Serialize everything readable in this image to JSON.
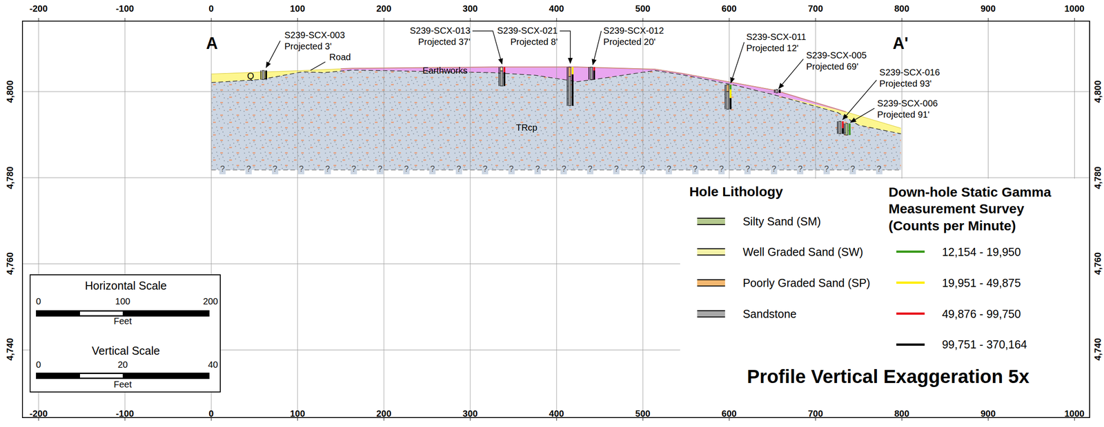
{
  "diagram": {
    "nodes": [
      {
        "text": [
          "Horizontal Scale",
          "0",
          "100",
          "200",
          "Feet",
          "Vertical Scale",
          "0",
          "20",
          "40",
          "Feet"
        ]
      }
    ],
    "labels": [
      "-200",
      "-100",
      "0",
      "100",
      "200",
      "300",
      "400",
      "500",
      "600",
      "700",
      "800",
      "900",
      "1000",
      "-200",
      "-100",
      "0",
      "100",
      "200",
      "300",
      "400",
      "500",
      "600",
      "700",
      "800",
      "900",
      "1000",
      "4,800",
      "4,780",
      "4,760",
      "4,740",
      "4,800",
      "4,780",
      "4,760",
      "4,740",
      "A",
      "A'",
      "S239-SCX-003 Projected 3'",
      "S239-SCX-013 Projected 37'",
      "S239-SCX-021 Projected 8'",
      "S239-SCX-012 Projected 20'",
      "S239-SCX-011 Projected 12'",
      "S239-SCX-005 Projected 69'",
      "S239-SCX-016 Projected 93'",
      "S239-SCX-006 Projected 91'",
      "Q",
      "Road",
      "Earthworks",
      "TRcp",
      "?",
      "?",
      "?",
      "?",
      "?",
      "?",
      "?",
      "?",
      "?",
      "?",
      "?",
      "?",
      "?",
      "?",
      "?",
      "?",
      "?",
      "?",
      "?",
      "?",
      "?",
      "?",
      "?",
      "?",
      "?",
      "?",
      "Hole Lithology",
      "Down-hole Static Gamma Measurement Survey (Counts per Minute)",
      "Profile Vertical Exaggeration 5x"
    ],
    "legend": [
      {
        "text": "Silty Sand (SM)",
        "color": "#b5c98e"
      },
      {
        "text": "Well Graded Sand (SW)",
        "color": "#f5f3a8"
      },
      {
        "text": "Poorly Graded Sand (SP)",
        "color": "#f4b870"
      },
      {
        "text": "Sandstone",
        "color": "#a9a9a9"
      },
      {
        "text": "12,154 - 19,950",
        "color": "#3a9a1c"
      },
      {
        "text": "19,951 - 49,875",
        "color": "#ffee00"
      },
      {
        "text": "49,876 - 99,750",
        "color": "#e8141c"
      },
      {
        "text": "99,751 - 370,164",
        "color": "#000000"
      }
    ]
  }
}
